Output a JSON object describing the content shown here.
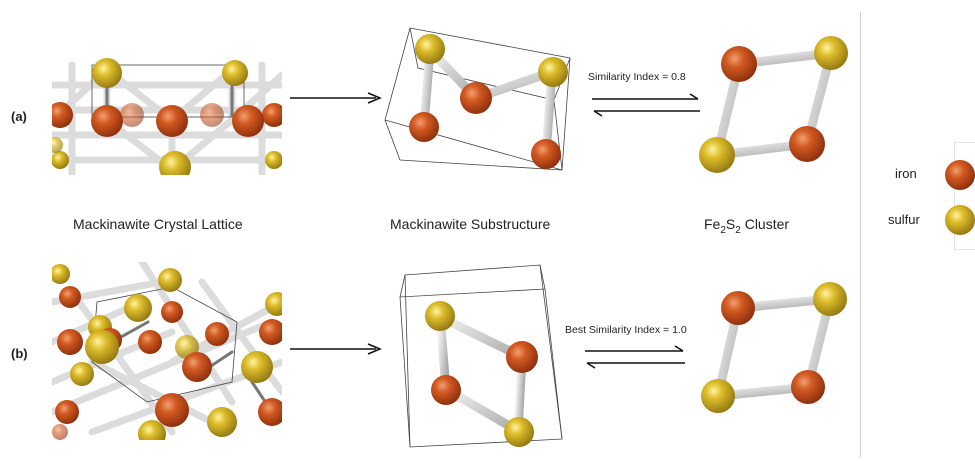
{
  "row_a": {
    "label": "(a)",
    "captions": {
      "lattice": "Mackinawite Crystal Lattice",
      "substructure": "Mackinawite Substructure",
      "cluster_main": "Fe",
      "cluster_sub1": "2",
      "cluster_mid": "S",
      "cluster_sub2": "2",
      "cluster_tail": " Cluster"
    },
    "similarity": "Similarity Index = 0.8"
  },
  "row_b": {
    "label": "(b)",
    "similarity": "Best Similarity Index = 1.0"
  },
  "legend": {
    "iron": "iron",
    "sulfur": "sulfur"
  },
  "colors": {
    "iron": "#c9501c",
    "sulfur": "#d9b424",
    "bond": "#d6d6d6",
    "cell": "#444444"
  }
}
